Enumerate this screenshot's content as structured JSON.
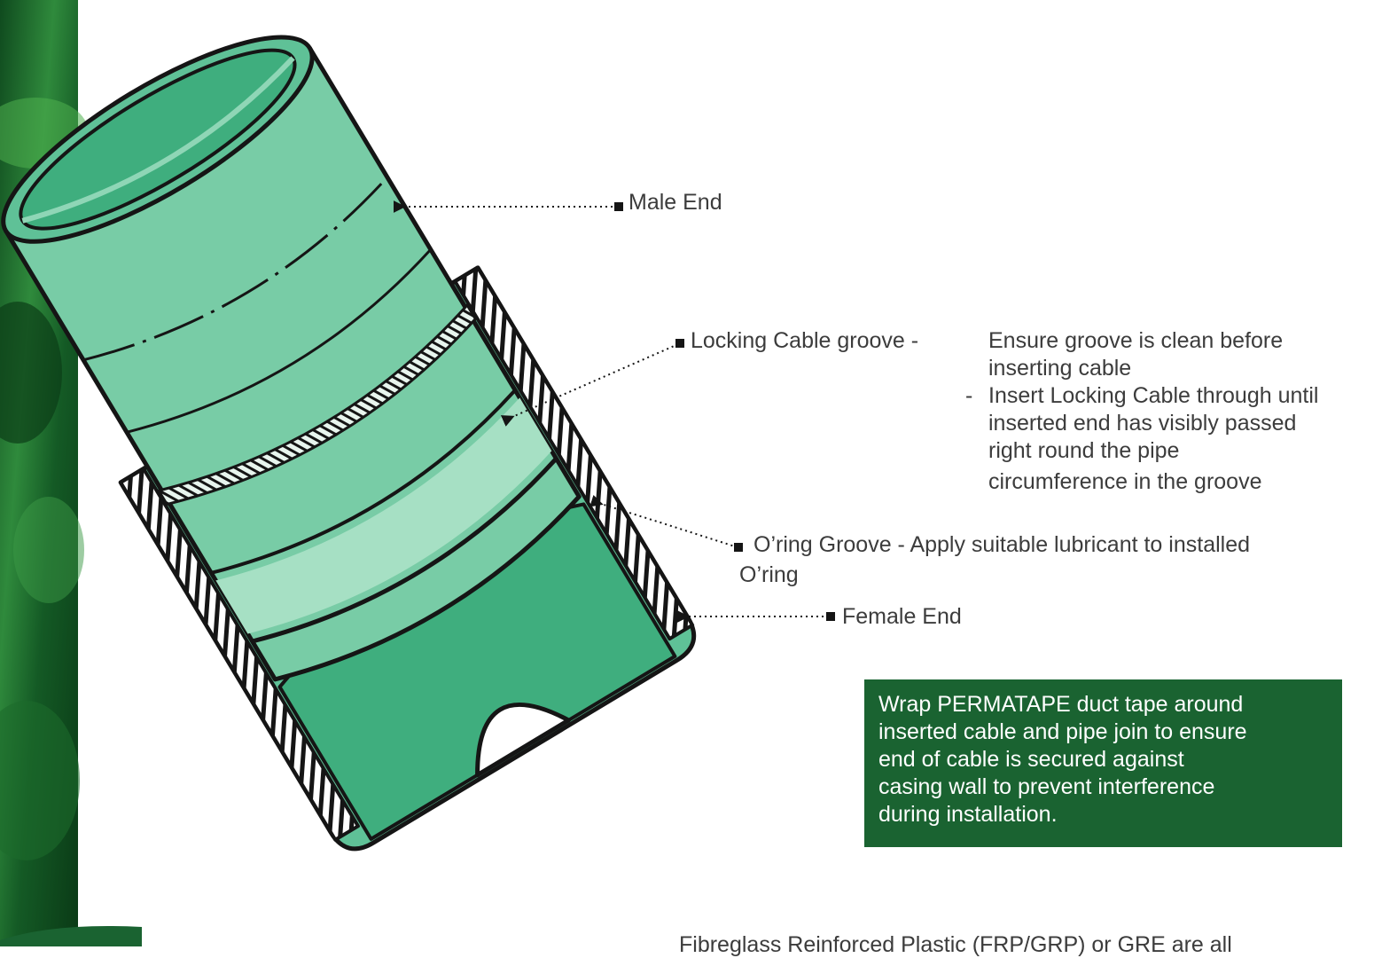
{
  "colors": {
    "pipe_fill": "#5fc197",
    "pipe_interior": "#3fae7e",
    "pipe_highlight": "#8fd6b6",
    "outline": "#151515",
    "callout_bg": "#1a6331",
    "text": "#3c3c3c"
  },
  "labels": {
    "male_end": "Male End",
    "locking_cable_groove": "Locking Cable groove -",
    "oring_groove_line1": "O’ring Groove - Apply suitable lubricant to installed",
    "oring_groove_line2": "O’ring",
    "female_end": "Female End"
  },
  "locking_notes": {
    "note1_line1": "Ensure groove is clean before",
    "note1_line2": "inserting cable",
    "dash": "-",
    "note2_line1": "Insert Locking Cable through until",
    "note2_line2": "inserted end has visibly passed",
    "note2_line3": "right round the pipe",
    "note2_line4": "circumference in the groove"
  },
  "callout": {
    "line1": "Wrap PERMATAPE duct tape around",
    "line2": "inserted cable and pipe join to ensure",
    "line3": "end of cable is secured against",
    "line4": "casing wall to prevent interference",
    "line5": "during installation."
  },
  "footer": {
    "text": "Fibreglass Reinforced Plastic (FRP/GRP) or GRE are all"
  }
}
